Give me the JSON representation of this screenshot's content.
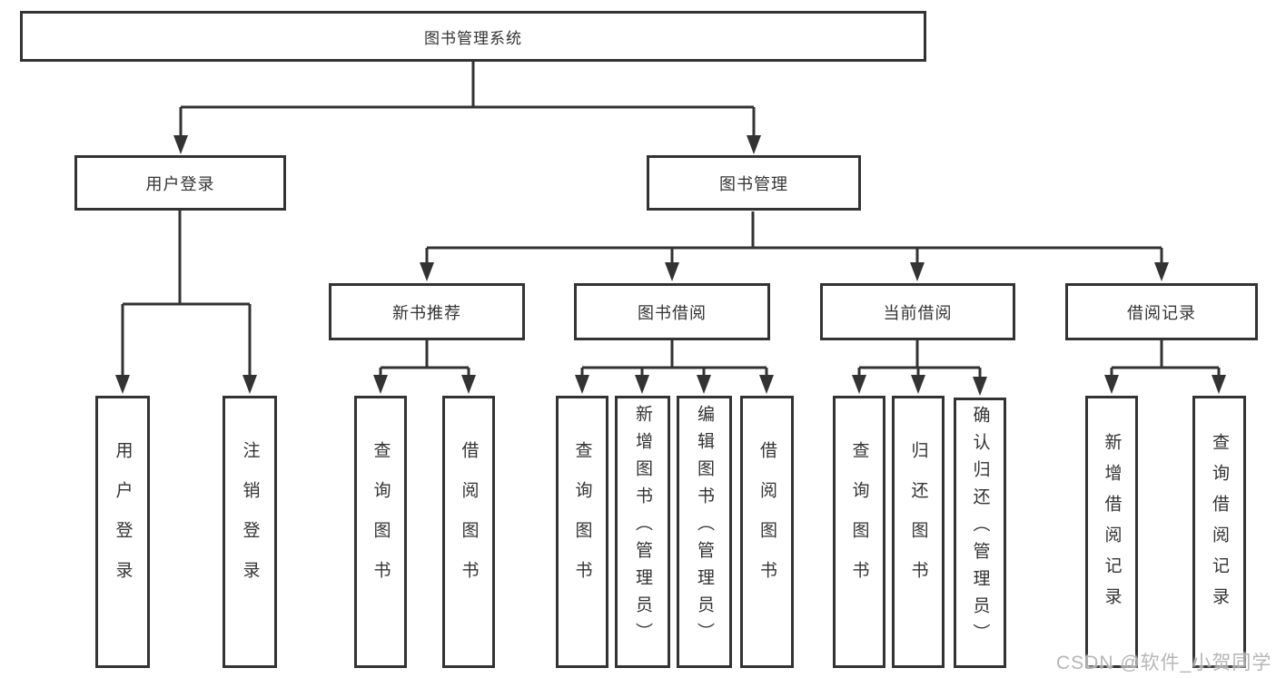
{
  "watermark": "CSDN @软件_小贺同学",
  "colors": {
    "line": "#333333",
    "text": "#333333",
    "background": "#ffffff",
    "watermark": "#9e9e9e"
  },
  "tree": {
    "root": {
      "label": "图书管理系统"
    },
    "level2": [
      {
        "label": "用户登录"
      },
      {
        "label": "图书管理"
      }
    ],
    "level3": [
      {
        "label": "新书推荐"
      },
      {
        "label": "图书借阅"
      },
      {
        "label": "当前借阅"
      },
      {
        "label": "借阅记录"
      }
    ],
    "leaves": {
      "user_login": [
        "用户登录",
        "注销登录"
      ],
      "new_book": [
        "查询图书",
        "借阅图书"
      ],
      "book_borrow": [
        "查询图书",
        "新增图书（管理员）",
        "编辑图书（管理员）",
        "借阅图书"
      ],
      "current_borrow": [
        "查询图书",
        "归还图书",
        "确认归还（管理员）"
      ],
      "borrow_record": [
        "新增借阅记录",
        "查询借阅记录"
      ]
    }
  }
}
